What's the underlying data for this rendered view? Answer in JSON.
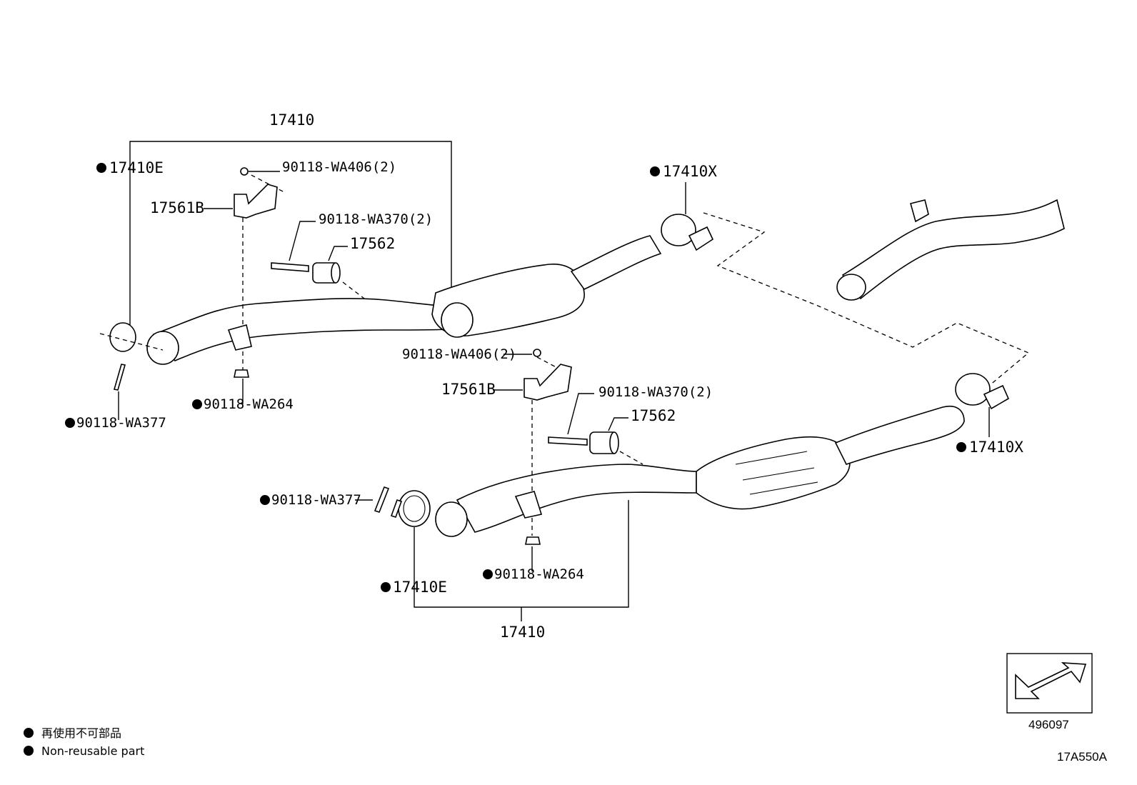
{
  "diagram": {
    "top_assembly": {
      "group_label": "17410",
      "gasket": "17410E",
      "bolt_front": "90118-WA406(2)",
      "bracket": "17561B",
      "bolt_hanger": "90118-WA370(2)",
      "insulator": "17562",
      "bolt_clamp": "90118-WA377",
      "nut": "90118-WA264",
      "clamp": "17410X"
    },
    "bottom_assembly": {
      "group_label": "17410",
      "gasket": "17410E",
      "bolt_front": "90118-WA406(2)",
      "bracket": "17561B",
      "bolt_hanger": "90118-WA370(2)",
      "insulator": "17562",
      "bolt_clamp": "90118-WA377",
      "nut": "90118-WA264",
      "clamp": "17410X"
    },
    "legend": {
      "non_reusable_jp": "再使用不可部品",
      "non_reusable_en": "Non-reusable part"
    },
    "direction_box_code": "496097",
    "illustration_code": "17A550A"
  }
}
